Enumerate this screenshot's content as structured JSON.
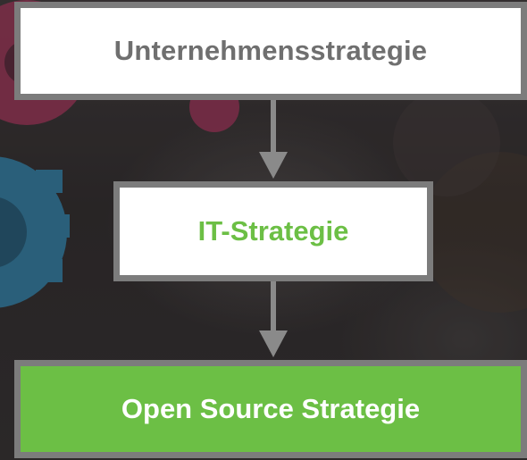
{
  "diagram": {
    "nodes": [
      {
        "id": "unternehmensstrategie",
        "label": "Unternehmensstrategie"
      },
      {
        "id": "it-strategie",
        "label": "IT-Strategie"
      },
      {
        "id": "open-source-strategie",
        "label": "Open Source Strategie"
      }
    ],
    "edges": [
      {
        "from": "unternehmensstrategie",
        "to": "it-strategie"
      },
      {
        "from": "it-strategie",
        "to": "open-source-strategie"
      }
    ]
  },
  "colors": {
    "box_border": "#7c7c7c",
    "top_text": "#6f6f6f",
    "accent_green": "#6cbf45",
    "box_fill": "#ffffff",
    "arrow": "#8a8a8a"
  }
}
